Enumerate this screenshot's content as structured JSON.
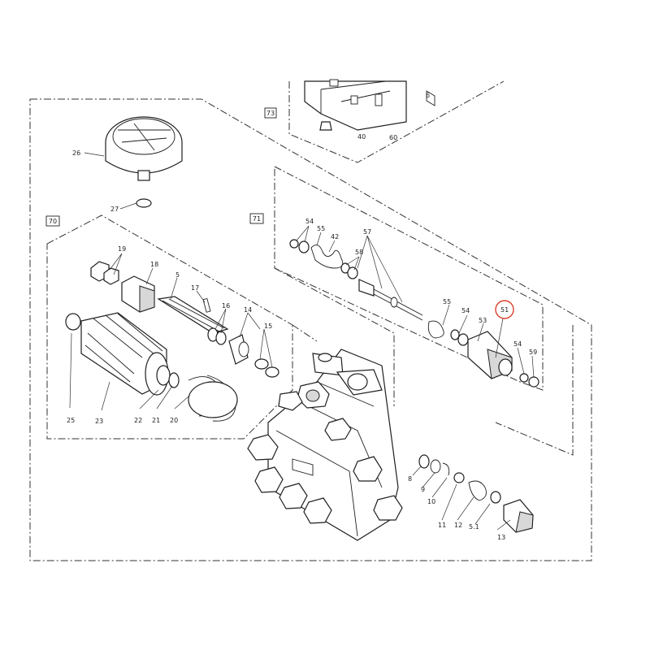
{
  "diagram": {
    "group_labels": [
      "73",
      "71",
      "70"
    ],
    "highlight_color": "#d9402b",
    "highlighted_part": "51",
    "callouts": {
      "c40": "40",
      "c60": "60",
      "c6": "6",
      "c26": "26",
      "c27": "27",
      "c19": "19",
      "c18": "18",
      "c5": "5",
      "c17": "17",
      "c16": "16",
      "c14": "14",
      "c15": "15",
      "c25": "25",
      "c23": "23",
      "c22": "22",
      "c21": "21",
      "c20": "20",
      "c54a": "54",
      "c55a": "55",
      "c42": "42",
      "c57": "57",
      "c58": "58",
      "c55b": "55",
      "c54b": "54",
      "c53": "53",
      "c51": "51",
      "c54c": "54",
      "c59": "59",
      "c8": "8",
      "c9": "9",
      "c10": "10",
      "c11": "11",
      "c12": "12",
      "c51b": "5.1",
      "c13": "13"
    }
  }
}
